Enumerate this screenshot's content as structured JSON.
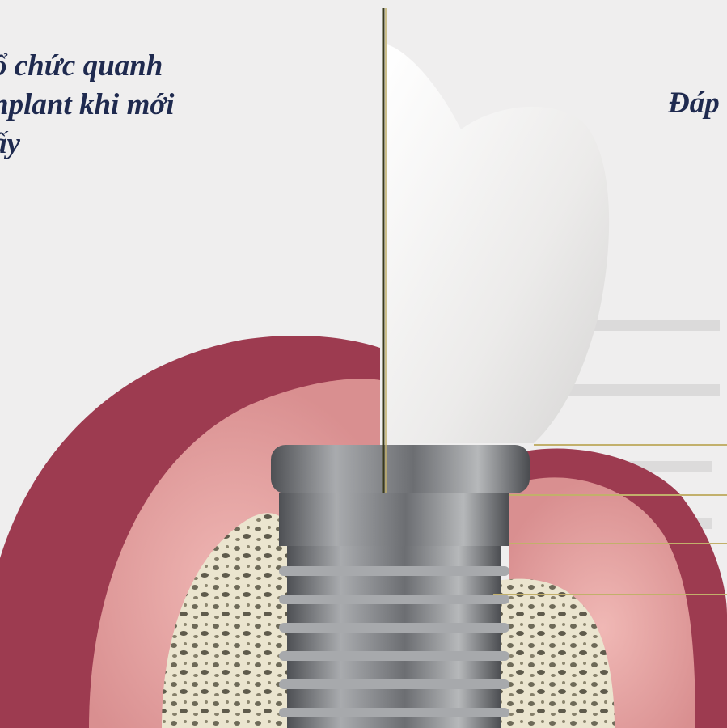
{
  "caption_left": {
    "line1": "ổ chức quanh",
    "line2": "nplant khi mới",
    "line3": "ấy"
  },
  "caption_right": {
    "text": "Đáp"
  },
  "colors": {
    "caption_text": "#1f2a4f",
    "page_background": "#efeeee",
    "gum_outer": "#9b3a4f",
    "gum_inner": "#e5a7a6",
    "bone": "#eae4cf",
    "implant_metal": "#7d7f83",
    "crown": "#f1f0ef",
    "pointer_line": "#c2b06b",
    "axis_line": "#3a3a1c"
  },
  "illustration": {
    "subject": "dental implant cross-section in jaw bone",
    "pointer_line_count": 4
  }
}
